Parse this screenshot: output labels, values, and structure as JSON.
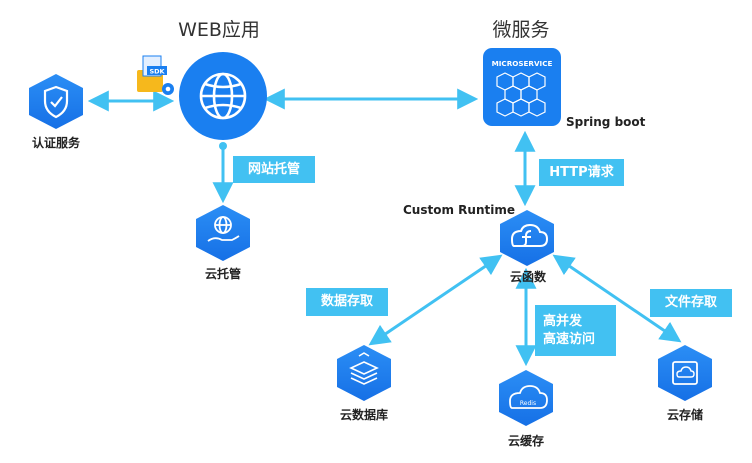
{
  "diagram": {
    "web_app_title": "WEB应用",
    "microservice_title": "微服务",
    "microservice_badge": "MICROSERVICE",
    "spring_boot": "Spring boot",
    "custom_runtime": "Custom Runtime",
    "sdk_label": "SDK",
    "redis_label": "Redis",
    "nodes": {
      "auth": "认证服务",
      "hosting": "云托管",
      "cloud_function": "云函数",
      "cloud_db": "云数据库",
      "cloud_cache": "云缓存",
      "cloud_storage": "云存储"
    },
    "tags": {
      "web_hosting": "网站托管",
      "http_request": "HTTP请求",
      "data_access": "数据存取",
      "concurrency_line1": "高并发",
      "concurrency_line2": "高速访问",
      "file_access": "文件存取"
    },
    "colors": {
      "primary_blue": "#1a7ff0",
      "connector": "#41c1f2",
      "tag_bg": "#42c1f2"
    }
  }
}
